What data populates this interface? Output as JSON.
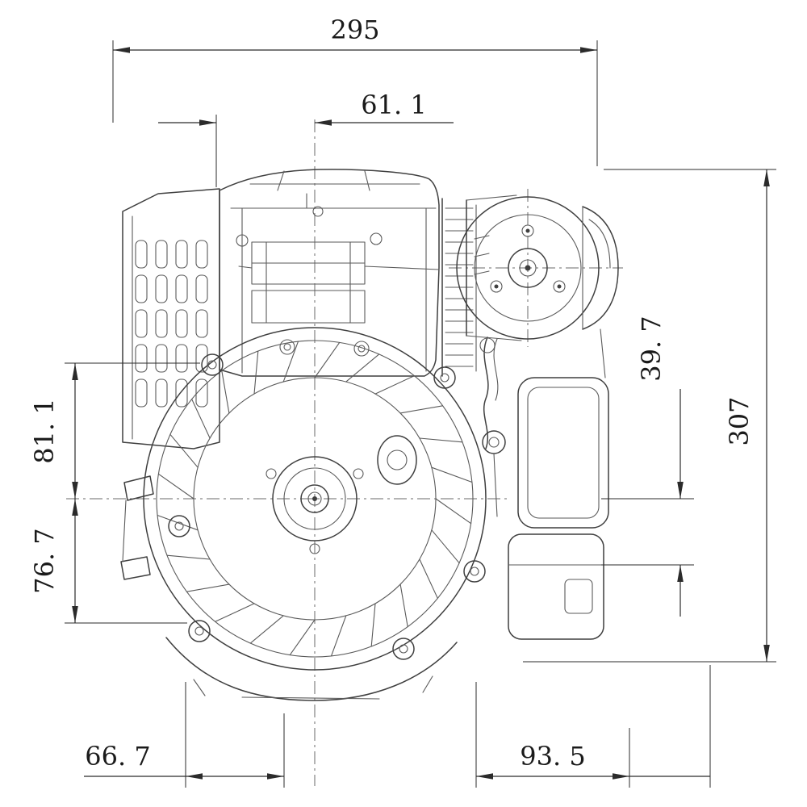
{
  "canvas": {
    "background": "#ffffff",
    "line_color": "#3f3f3f",
    "dimension_color": "#2b2b2b"
  },
  "dimensions": {
    "overall_width": {
      "label": "295"
    },
    "top_offset": {
      "label": "61. 1"
    },
    "left_upper": {
      "label": "81. 1"
    },
    "left_lower": {
      "label": "76. 7"
    },
    "right_offset": {
      "label": "39. 7"
    },
    "overall_height": {
      "label": "307"
    },
    "bottom_left": {
      "label": "66. 7"
    },
    "bottom_right": {
      "label": "93. 5"
    }
  }
}
